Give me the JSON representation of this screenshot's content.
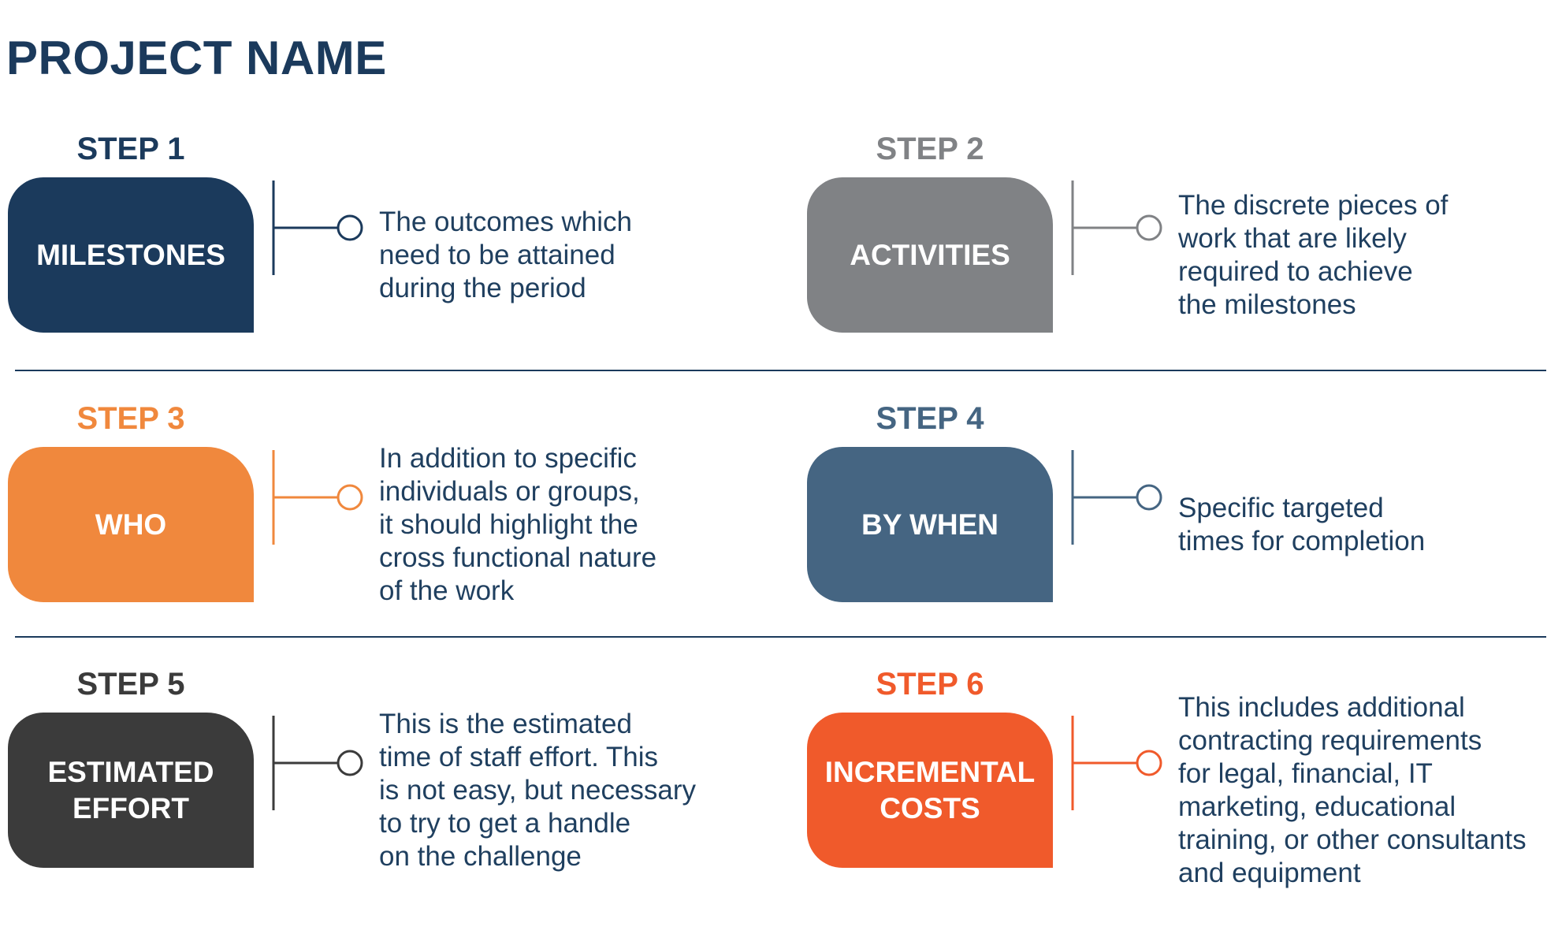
{
  "title": "PROJECT NAME",
  "steps": [
    {
      "label": "STEP 1",
      "box_lines": [
        "MILESTONES"
      ],
      "desc_lines": [
        "The outcomes which",
        "need to be attained",
        "during the period"
      ],
      "label_color": "#1b3a5c",
      "box_color": "#1b3a5c",
      "line_color": "#1b3a5c"
    },
    {
      "label": "STEP 2",
      "box_lines": [
        "ACTIVITIES"
      ],
      "desc_lines": [
        "The discrete pieces of",
        "work that are likely",
        "required to achieve",
        "the milestones"
      ],
      "label_color": "#808285",
      "box_color": "#808285",
      "line_color": "#808285"
    },
    {
      "label": "STEP 3",
      "box_lines": [
        "WHO"
      ],
      "desc_lines": [
        "In addition to specific",
        "individuals or groups,",
        "it should highlight the",
        "cross functional nature",
        "of the work"
      ],
      "label_color": "#f0883d",
      "box_color": "#f0883d",
      "line_color": "#f0883d"
    },
    {
      "label": "STEP 4",
      "box_lines": [
        "BY WHEN"
      ],
      "desc_lines": [
        "Specific targeted",
        "times for completion"
      ],
      "label_color": "#456582",
      "box_color": "#456582",
      "line_color": "#456582"
    },
    {
      "label": "STEP 5",
      "box_lines": [
        "ESTIMATED",
        "EFFORT"
      ],
      "desc_lines": [
        "This is the estimated",
        "time of staff effort. This",
        "is not easy, but necessary",
        "to try to get a handle",
        "on the challenge"
      ],
      "label_color": "#3b3b3b",
      "box_color": "#3b3b3b",
      "line_color": "#3b3b3b"
    },
    {
      "label": "STEP 6",
      "box_lines": [
        "INCREMENTAL",
        "COSTS"
      ],
      "desc_lines": [
        "This includes additional",
        "contracting requirements",
        "for legal, financial, IT",
        "marketing, educational",
        "training, or other consultants",
        "and equipment"
      ],
      "label_color": "#f05a2b",
      "box_color": "#f05a2b",
      "line_color": "#f05a2b"
    }
  ]
}
